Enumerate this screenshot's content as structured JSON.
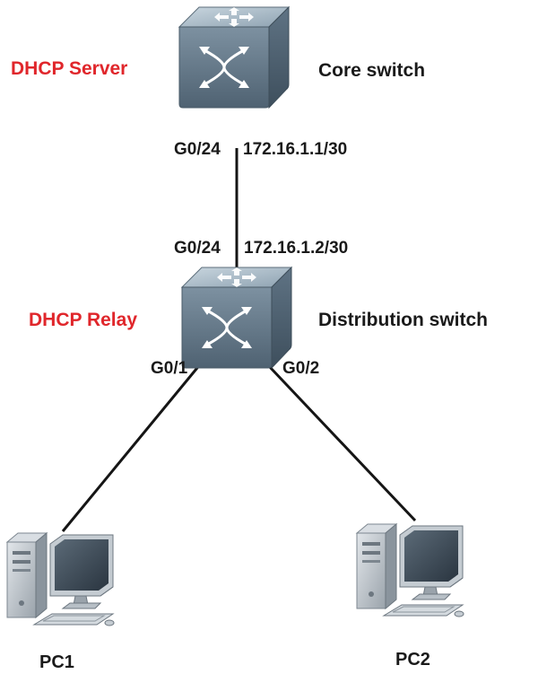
{
  "colors": {
    "role_label": "#e0262b",
    "text": "#1a1a1a",
    "link": "#151515",
    "switch_body": "#6f8393",
    "switch_top": "#a9b9c5"
  },
  "core": {
    "role": "DHCP Server",
    "name": "Core switch",
    "port": "G0/24",
    "ip": "172.16.1.1/30",
    "icon": "layer3-switch-icon"
  },
  "distribution": {
    "role": "DHCP Relay",
    "name": "Distribution switch",
    "uplink_port": "G0/24",
    "uplink_ip": "172.16.1.2/30",
    "port_pc1": "G0/1",
    "port_pc2": "G0/2",
    "icon": "layer3-switch-icon"
  },
  "pcs": [
    {
      "name": "PC1",
      "icon": "desktop-pc-icon"
    },
    {
      "name": "PC2",
      "icon": "desktop-pc-icon"
    }
  ]
}
